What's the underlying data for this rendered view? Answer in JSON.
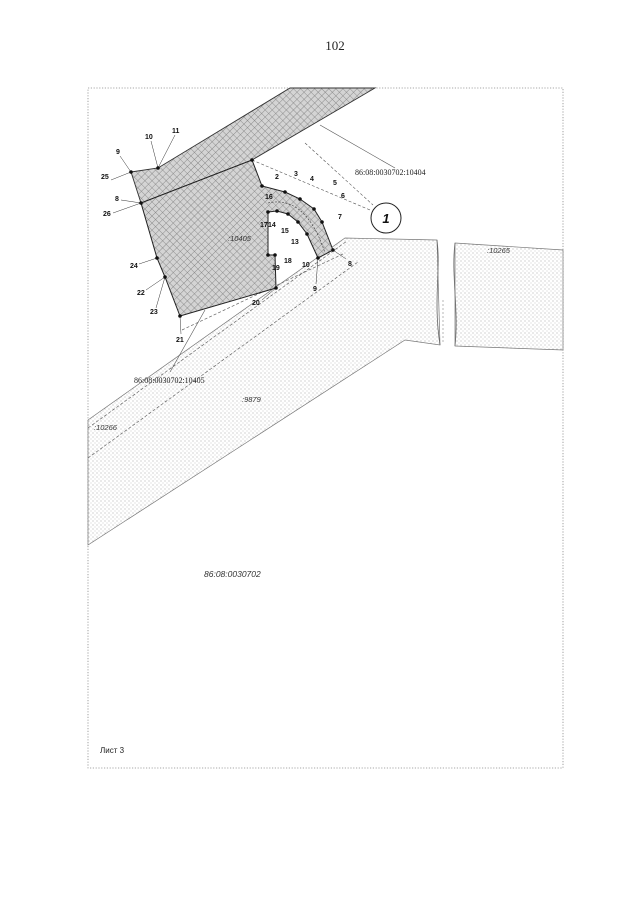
{
  "page_number": "102",
  "sheet_label": "Лист 3",
  "marker": "1",
  "parcels": {
    "p10404_full": "86:08:0030702:10404",
    "p10405_full": "86:08:0030702:10405",
    "p10405": ":10405",
    "p10265": ":10265",
    "p9879": ":9879",
    "p10266": ":10266",
    "quarter": "86:08:0030702"
  },
  "points": [
    "9",
    "10",
    "11",
    "25",
    "8",
    "26",
    "24",
    "22",
    "23",
    "21",
    "20",
    "19",
    "18",
    "17",
    "14",
    "15",
    "16",
    "2",
    "3",
    "4",
    "5",
    "6",
    "7",
    "13",
    "10",
    "8",
    "9"
  ]
}
